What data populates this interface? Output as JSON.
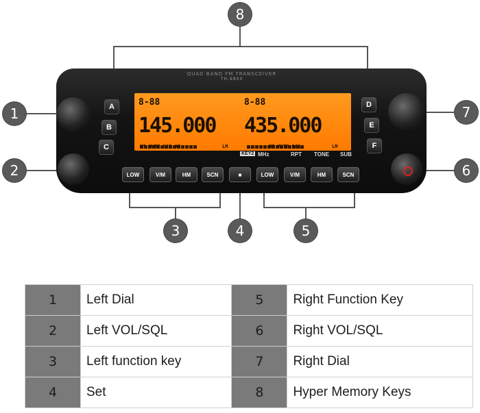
{
  "callouts": [
    "1",
    "2",
    "3",
    "4",
    "5",
    "6",
    "7",
    "8"
  ],
  "radio": {
    "brand_line": "QUAD BAND FM TRANSCEIVER",
    "model": "TH-9800",
    "left_freq": "145.000",
    "right_freq": "435.000",
    "lcd_small_left": "8-88",
    "lcd_small_right": "8-88",
    "indicators_left": "MT MUTE DCS AM",
    "indicators_right": "MT MUTE DCS",
    "lm_left": "LM",
    "lm_right": "LM",
    "side_keys_left": [
      "A",
      "B",
      "C"
    ],
    "side_keys_right": [
      "D",
      "E",
      "F"
    ],
    "function_keys_left": [
      "LOW",
      "V/M",
      "HM",
      "SCN"
    ],
    "set_key": "■",
    "function_keys_right": [
      "LOW",
      "V/M",
      "HM",
      "SCN"
    ],
    "panel_labels": [
      "MHz",
      "RPT",
      "TONE",
      "SUB"
    ],
    "keyz_label": "KEY2"
  },
  "legend": {
    "rows": [
      {
        "n1": "1",
        "l1": "Left Dial",
        "n2": "5",
        "l2": "Right Function Key"
      },
      {
        "n1": "2",
        "l1": "Left VOL/SQL",
        "n2": "6",
        "l2": "Right VOL/SQL"
      },
      {
        "n1": "3",
        "l1": "Left function key",
        "n2": "7",
        "l2": "Right Dial"
      },
      {
        "n1": "4",
        "l1": "Set",
        "n2": "8",
        "l2": "Hyper Memory Keys"
      }
    ]
  }
}
